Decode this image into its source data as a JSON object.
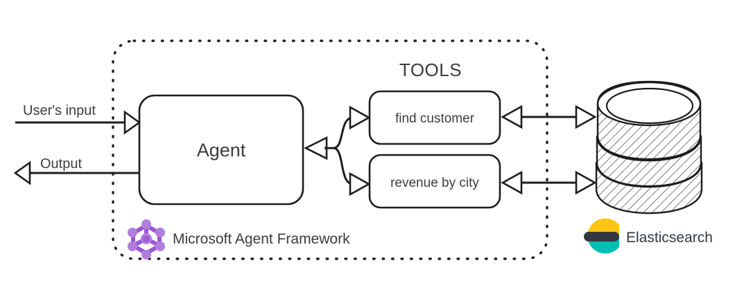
{
  "diagram": {
    "title_tools": "TOOLS",
    "flows": {
      "input_label": "User's input",
      "output_label": "Output"
    },
    "agent": {
      "label": "Agent"
    },
    "tools": [
      {
        "label": "find customer"
      },
      {
        "label": "revenue by city"
      }
    ],
    "framework": {
      "label": "Microsoft Agent Framework",
      "icon": "microsoft-agent-framework-logo",
      "color": "#A05BD6"
    },
    "datastore": {
      "label": "Elasticsearch",
      "icon": "elasticsearch-logo",
      "colors": {
        "top": "#FEC514",
        "middle": "#343741",
        "bottom": "#00BFB3"
      },
      "shape_icon": "database-cylinder-icon"
    },
    "colors": {
      "stroke": "#1d1d1d",
      "text": "#3d3d3d",
      "background": "#ffffff"
    }
  }
}
